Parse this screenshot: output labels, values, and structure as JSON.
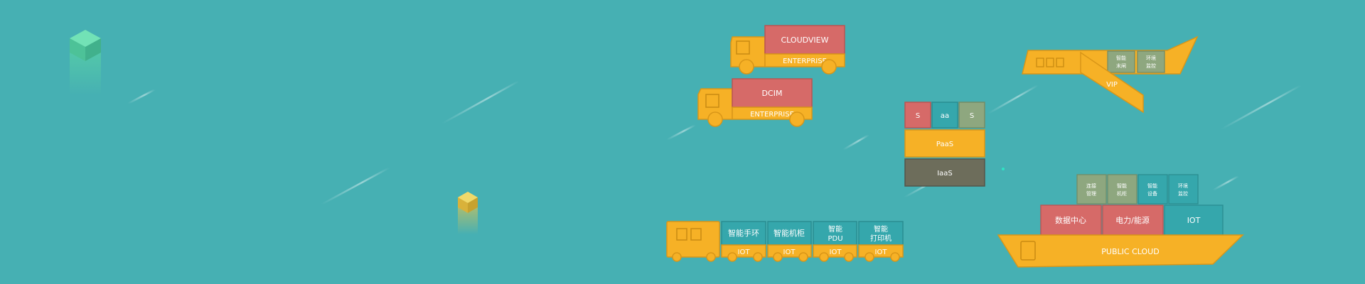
{
  "colors": {
    "background": "#46b0b3",
    "truck_yellow": "#f6b126",
    "container_red": "#d66a68",
    "container_teal": "#35a7ac",
    "container_sage": "#8ea77f",
    "iaas_dark": "#6d6d5b",
    "cube_green": "#5ad3a4",
    "cube_yellow": "#e9c64a"
  },
  "trucks": {
    "cloudview": {
      "cargo": "CLOUDVIEW",
      "trailer": "ENTERPRISE"
    },
    "dcim": {
      "cargo": "DCIM",
      "trailer": "ENTERPRISE"
    }
  },
  "stack": {
    "saas_letters": [
      "S",
      "aa",
      "S"
    ],
    "paas": "PaaS",
    "iaas": "IaaS"
  },
  "plane": {
    "wing": "VIP",
    "crates": [
      {
        "line1": "智能",
        "line2": "末闸"
      },
      {
        "line1": "环境",
        "line2": "监控"
      }
    ]
  },
  "iot_train": {
    "cars": [
      {
        "line1": "智能手环",
        "line2": "",
        "base": "IOT"
      },
      {
        "line1": "智能机柜",
        "line2": "",
        "base": "IOT"
      },
      {
        "line1": "智能",
        "line2": "PDU",
        "base": "IOT"
      },
      {
        "line1": "智能",
        "line2": "打印机",
        "base": "IOT"
      }
    ]
  },
  "ship": {
    "hull": "PUBLIC CLOUD",
    "row_bottom": [
      "数据中心",
      "电力/能源",
      "IOT"
    ],
    "row_top": [
      {
        "line1": "连接",
        "line2": "管理"
      },
      {
        "line1": "智能",
        "line2": "机柜"
      },
      {
        "line1": "智能",
        "line2": "设备"
      },
      {
        "line1": "环境",
        "line2": "监控"
      }
    ]
  }
}
